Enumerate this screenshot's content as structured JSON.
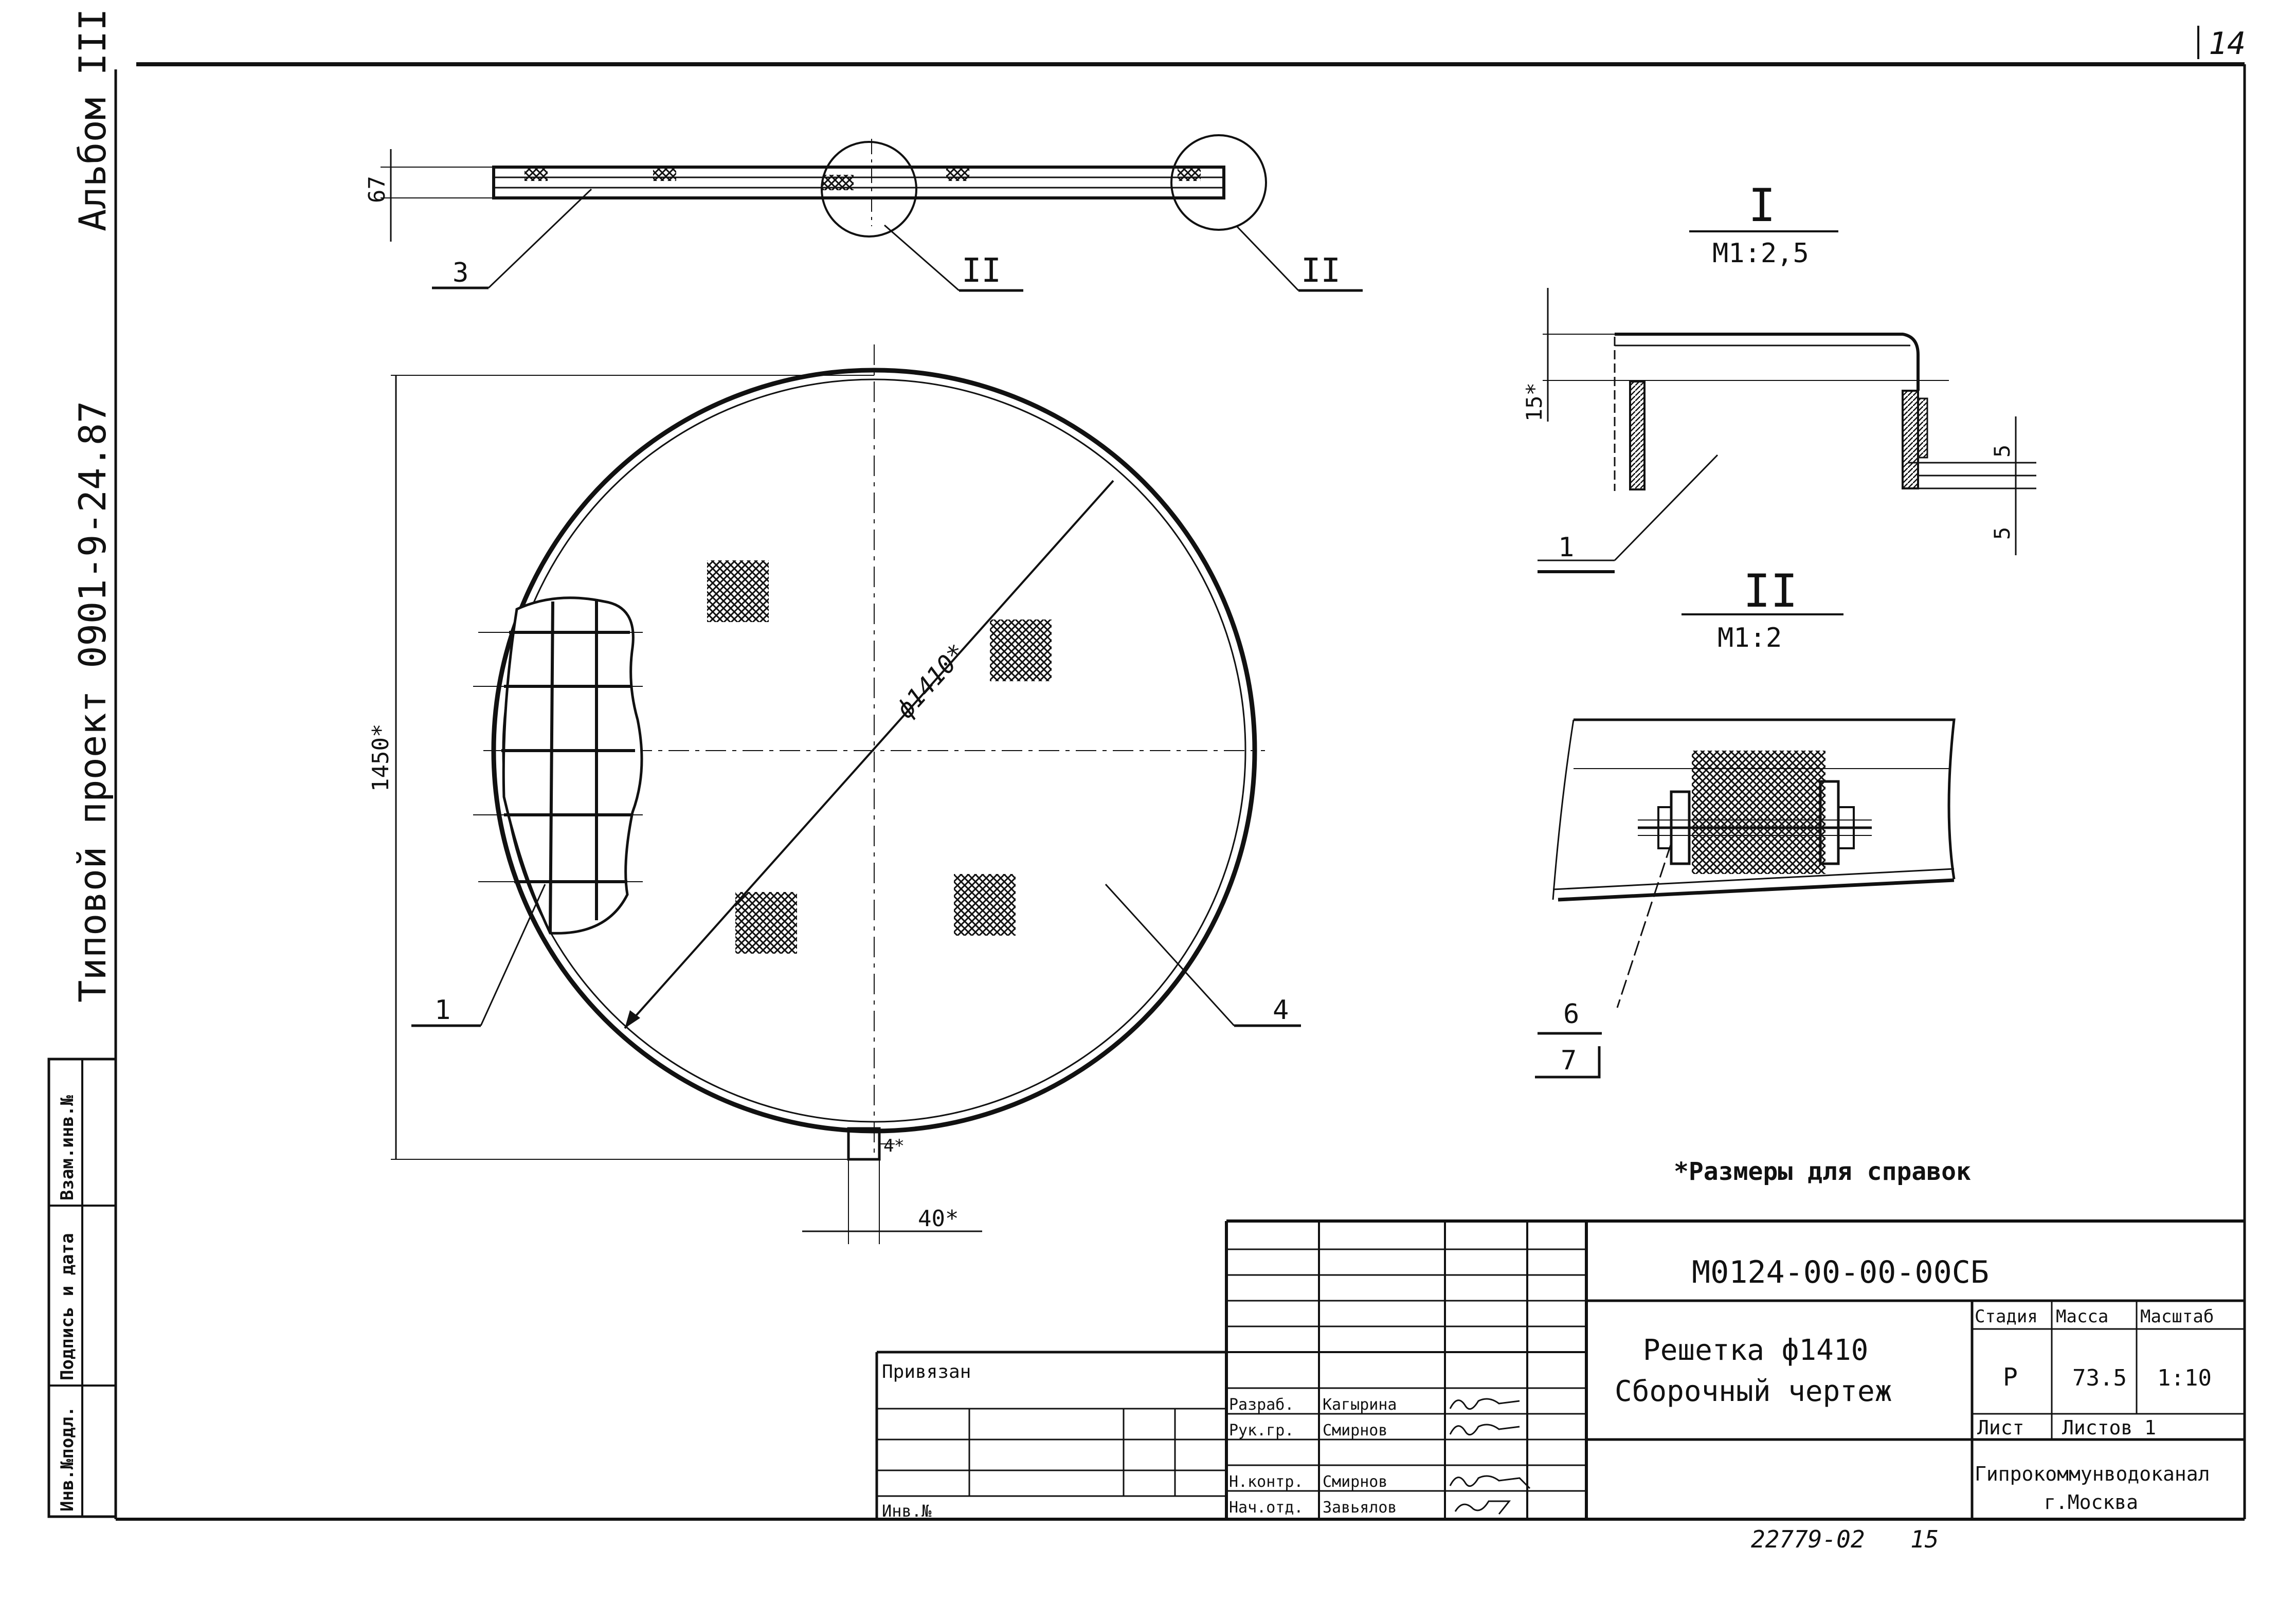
{
  "sheet_number": "14",
  "side_titles": {
    "album": "Альбом III",
    "project": "Типовой проект 0901-9-24.87"
  },
  "side_stamp": {
    "col1": "Инв.№подл.",
    "col2": "Подпись и дата",
    "col3": "Взам.инв.№"
  },
  "callouts": {
    "top_view_pos": "3",
    "node_ref_left": "II",
    "node_ref_right": "II",
    "plan_left": "1",
    "plan_right": "4",
    "section_i_pos": "1",
    "section_ii_upper": "6",
    "section_ii_lower": "7"
  },
  "dimensions": {
    "thickness": "67",
    "height": "1450*",
    "diameter": "ф1410*",
    "tab_width": "40*",
    "tab_height": "4*",
    "section_i_gap": "15*",
    "section_i_dim_upper": "5",
    "section_i_dim_lower": "5"
  },
  "section_i": {
    "mark": "I",
    "scale": "М1:2,5"
  },
  "section_ii": {
    "mark": "II",
    "scale": "М1:2"
  },
  "note": "*Размеры для справок",
  "title_block": {
    "designation": "М0124-00-00-00СБ",
    "title_line1": "Решетка ф1410",
    "title_line2": "Сборочный чертеж",
    "header_stage": "Стадия",
    "header_mass": "Масса",
    "header_scale": "Масштаб",
    "stage": "Р",
    "mass": "73.5",
    "scale": "1:10",
    "sheet_label": "Лист",
    "sheets_label": "Листов 1",
    "organization_line1": "Гипрокоммунводоканал",
    "organization_line2": "г.Москва",
    "bound_label": "Привязан",
    "inv_label": "Инв.№",
    "signers": [
      {
        "role": "Разраб.",
        "name": "Кагырина"
      },
      {
        "role": "Рук.гр.",
        "name": "Смирнов"
      },
      {
        "role": "Н.контр.",
        "name": "Смирнов"
      },
      {
        "role": "Нач.отд.",
        "name": "Завьялов"
      }
    ]
  },
  "footer_code": "22779-02",
  "footer_page": "15"
}
